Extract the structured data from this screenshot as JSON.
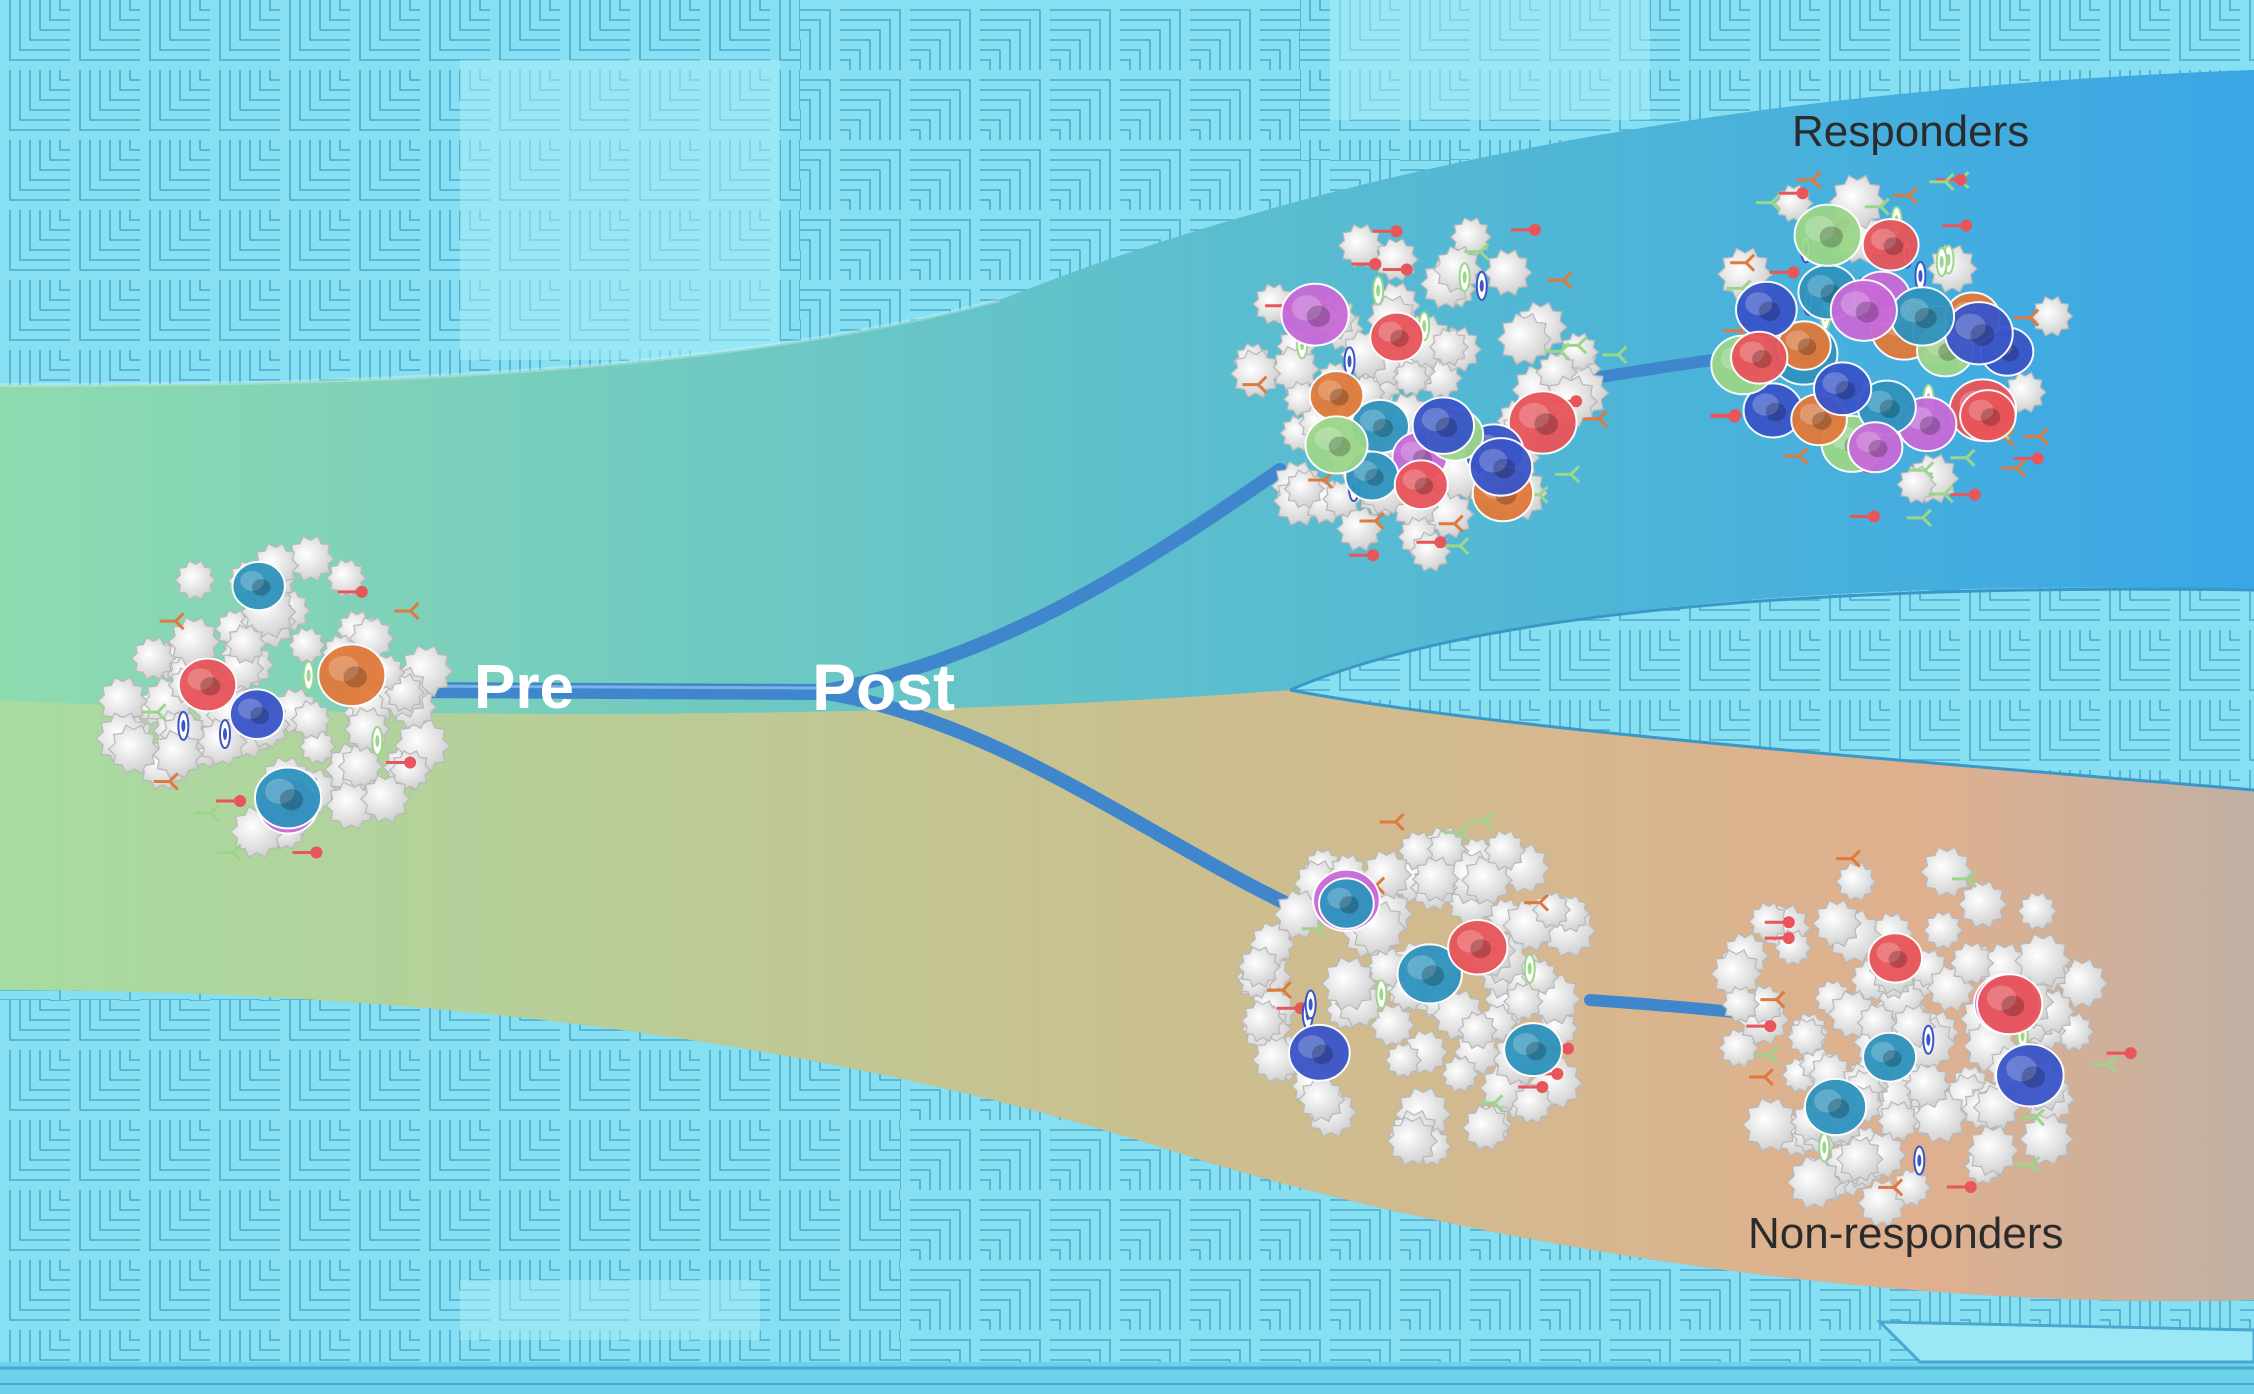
{
  "labels": {
    "pre": "Pre",
    "post": "Post",
    "responders": "Responders",
    "non_responders": "Non-responders"
  },
  "colors": {
    "background": "#7fdcf0",
    "maze_line": "#4aa8d0",
    "flow_green": "#9be39c",
    "flow_teal": "#5fc4d4",
    "flow_blue": "#3aa6e6",
    "flow_tan": "#e0b48c",
    "flow_orange": "#f0a070",
    "pathway": "#3f86cc",
    "immune_red": "#e8555a",
    "immune_blue": "#3a55c8",
    "immune_teal": "#2f93bd",
    "immune_purple": "#c86ad8",
    "immune_green": "#9bd68a",
    "immune_orange": "#e07a3c",
    "tumor_gray": "#e6e6e6"
  },
  "clusters": [
    {
      "name": "pre-treatment-cluster",
      "group": "Pre"
    },
    {
      "name": "post-responder-cluster",
      "group": "Responders"
    },
    {
      "name": "responder-expanded-cluster",
      "group": "Responders"
    },
    {
      "name": "post-nonresponder-cluster",
      "group": "Non-responders"
    },
    {
      "name": "nonresponder-late-cluster",
      "group": "Non-responders"
    }
  ]
}
